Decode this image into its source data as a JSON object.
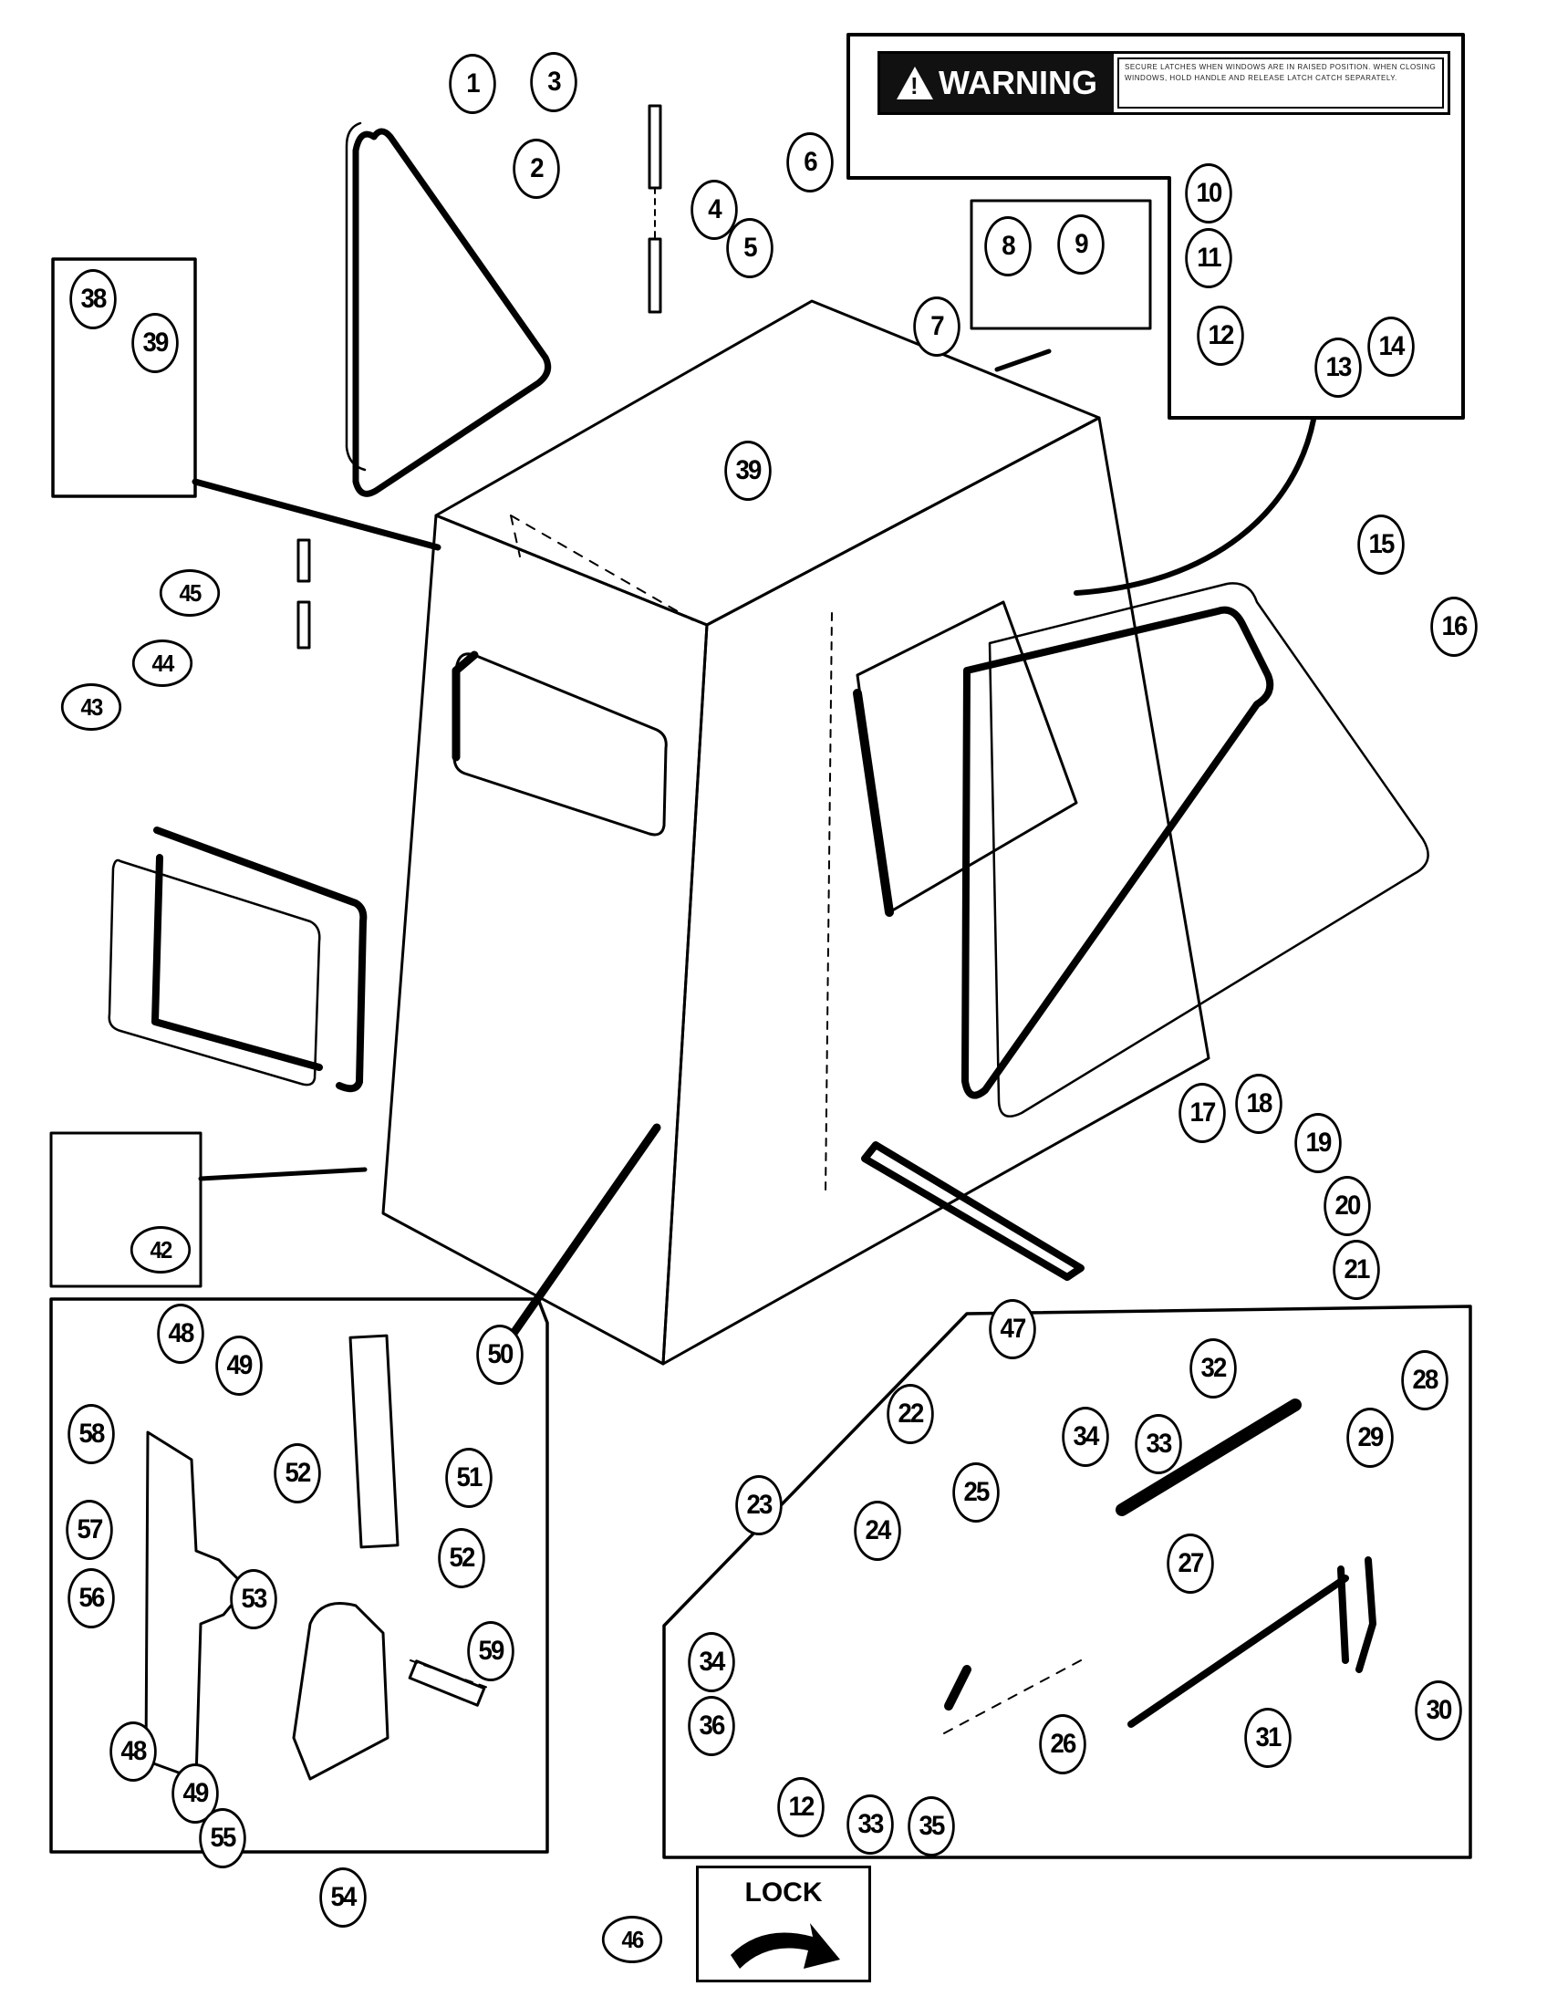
{
  "diagram": {
    "title": "Cab assembly exploded parts view",
    "warning_decal": {
      "label": "WARNING",
      "fine_print": "Secure latches when windows are in raised position. When closing windows, hold handle and release latch catch separately."
    },
    "lock_decal": {
      "label": "LOCK",
      "icon": "curved-arrow-right-icon"
    },
    "callouts": [
      {
        "id": "c1",
        "label": "1"
      },
      {
        "id": "c2",
        "label": "2"
      },
      {
        "id": "c3",
        "label": "3"
      },
      {
        "id": "c4",
        "label": "4"
      },
      {
        "id": "c5",
        "label": "5"
      },
      {
        "id": "c6",
        "label": "6"
      },
      {
        "id": "c7",
        "label": "7"
      },
      {
        "id": "c8",
        "label": "8"
      },
      {
        "id": "c9",
        "label": "9"
      },
      {
        "id": "c10",
        "label": "10"
      },
      {
        "id": "c11",
        "label": "11"
      },
      {
        "id": "c12a",
        "label": "12"
      },
      {
        "id": "c13",
        "label": "13"
      },
      {
        "id": "c14",
        "label": "14"
      },
      {
        "id": "c15",
        "label": "15"
      },
      {
        "id": "c16",
        "label": "16"
      },
      {
        "id": "c17",
        "label": "17"
      },
      {
        "id": "c18",
        "label": "18"
      },
      {
        "id": "c19",
        "label": "19"
      },
      {
        "id": "c20",
        "label": "20"
      },
      {
        "id": "c21",
        "label": "21"
      },
      {
        "id": "c22",
        "label": "22"
      },
      {
        "id": "c23",
        "label": "23"
      },
      {
        "id": "c24",
        "label": "24"
      },
      {
        "id": "c25",
        "label": "25"
      },
      {
        "id": "c26",
        "label": "26"
      },
      {
        "id": "c27",
        "label": "27"
      },
      {
        "id": "c28",
        "label": "28"
      },
      {
        "id": "c29",
        "label": "29"
      },
      {
        "id": "c30",
        "label": "30"
      },
      {
        "id": "c31",
        "label": "31"
      },
      {
        "id": "c32",
        "label": "32"
      },
      {
        "id": "c33a",
        "label": "33"
      },
      {
        "id": "c33b",
        "label": "33"
      },
      {
        "id": "c34a",
        "label": "34"
      },
      {
        "id": "c34b",
        "label": "34"
      },
      {
        "id": "c35",
        "label": "35"
      },
      {
        "id": "c36",
        "label": "36"
      },
      {
        "id": "c12b",
        "label": "12"
      },
      {
        "id": "c38",
        "label": "38"
      },
      {
        "id": "c39a",
        "label": "39"
      },
      {
        "id": "c39b",
        "label": "39"
      },
      {
        "id": "c42",
        "label": "42"
      },
      {
        "id": "c43",
        "label": "43"
      },
      {
        "id": "c44",
        "label": "44"
      },
      {
        "id": "c45",
        "label": "45"
      },
      {
        "id": "c46",
        "label": "46"
      },
      {
        "id": "c47",
        "label": "47"
      },
      {
        "id": "c48a",
        "label": "48"
      },
      {
        "id": "c48b",
        "label": "48"
      },
      {
        "id": "c49a",
        "label": "49"
      },
      {
        "id": "c49b",
        "label": "49"
      },
      {
        "id": "c50",
        "label": "50"
      },
      {
        "id": "c51",
        "label": "51"
      },
      {
        "id": "c52a",
        "label": "52"
      },
      {
        "id": "c52b",
        "label": "52"
      },
      {
        "id": "c53",
        "label": "53"
      },
      {
        "id": "c54",
        "label": "54"
      },
      {
        "id": "c55",
        "label": "55"
      },
      {
        "id": "c56",
        "label": "56"
      },
      {
        "id": "c57",
        "label": "57"
      },
      {
        "id": "c58",
        "label": "58"
      },
      {
        "id": "c59",
        "label": "59"
      }
    ]
  }
}
